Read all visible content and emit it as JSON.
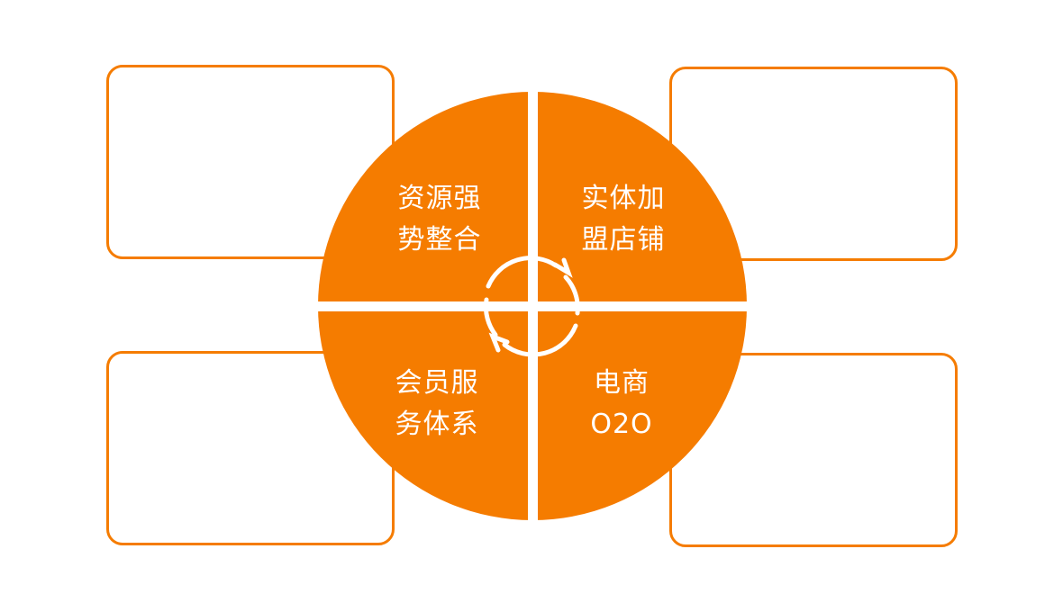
{
  "colors": {
    "accent": "#F57C00",
    "background": "#FFFFFF",
    "text_on_accent": "#FFFFFF"
  },
  "center_icon": "refresh-cycle-icon",
  "quadrants": [
    {
      "position": "top-left",
      "lines": [
        "资源强",
        "势整合"
      ]
    },
    {
      "position": "top-right",
      "lines": [
        "实体加",
        "盟店铺"
      ]
    },
    {
      "position": "bottom-left",
      "lines": [
        "会员服",
        "务体系"
      ]
    },
    {
      "position": "bottom-right",
      "lines": [
        "电商",
        "O2O"
      ]
    }
  ],
  "content_boxes": [
    {
      "position": "top-left",
      "text": ""
    },
    {
      "position": "top-right",
      "text": ""
    },
    {
      "position": "bottom-left",
      "text": ""
    },
    {
      "position": "bottom-right",
      "text": ""
    }
  ]
}
